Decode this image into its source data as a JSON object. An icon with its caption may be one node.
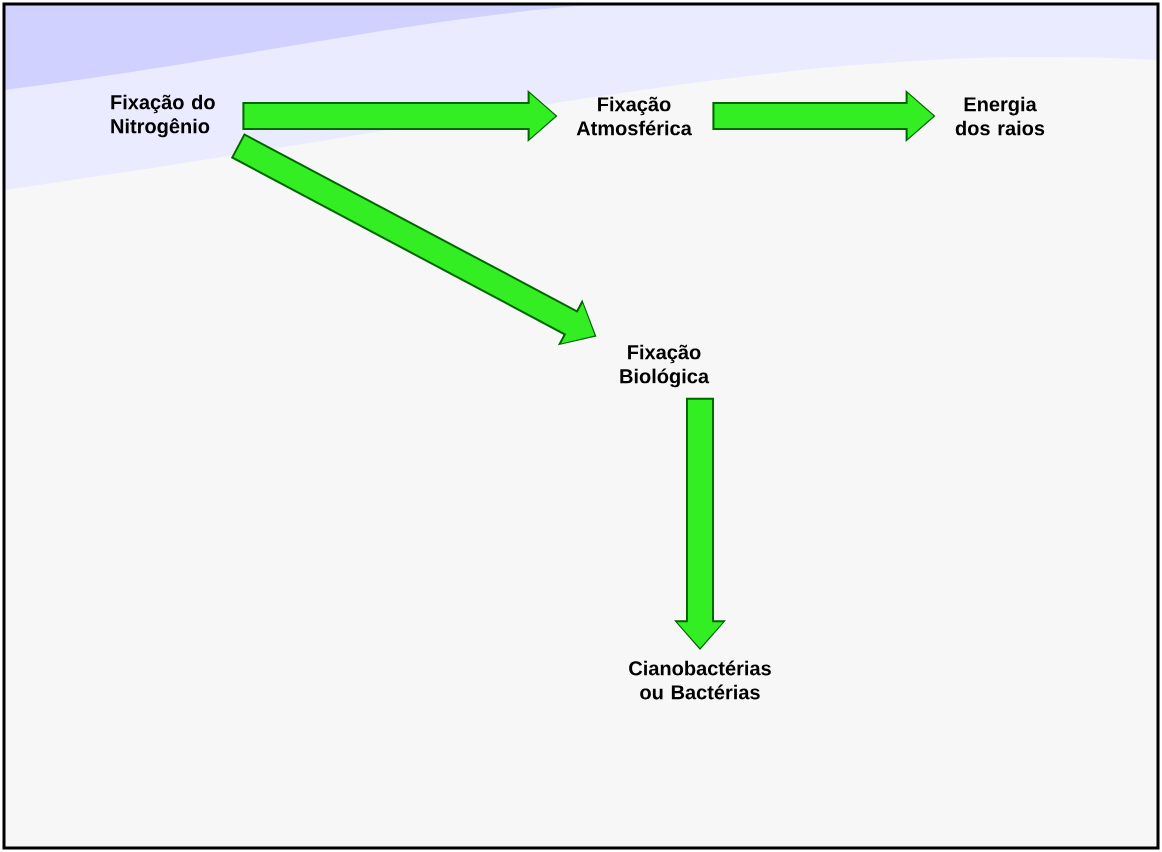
{
  "diagram": {
    "nodes": [
      {
        "text": [
          "Fixação do Nitrogênio"
        ]
      },
      {
        "text": [
          "Fixação Atmosférica"
        ]
      },
      {
        "text": [
          "Energia dos raios"
        ]
      },
      {
        "text": [
          "Fixação Biológica"
        ]
      },
      {
        "text": [
          "Cianobactérias ou Bactérias"
        ]
      }
    ],
    "edges": [
      {
        "from": 0,
        "to": 1,
        "arrow": "to"
      },
      {
        "from": 1,
        "to": 2,
        "arrow": "to"
      },
      {
        "from": 0,
        "to": 3,
        "arrow": "to"
      },
      {
        "from": 3,
        "to": 4,
        "arrow": "to"
      }
    ]
  }
}
